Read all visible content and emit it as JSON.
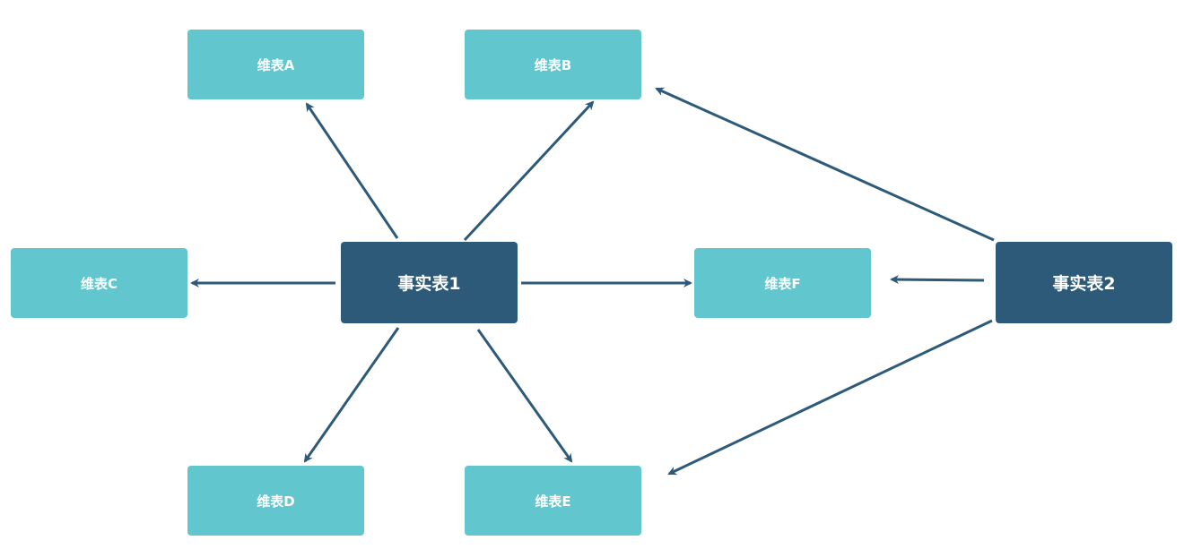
{
  "colors": {
    "dimension_fill": "#62c6cf",
    "fact_fill": "#2e5a7a",
    "arrow": "#2e5a7a",
    "text": "#ffffff"
  },
  "facts": {
    "fact1": "事实表1",
    "fact2": "事实表2"
  },
  "dimensions": {
    "a": "维表A",
    "b": "维表B",
    "c": "维表C",
    "d": "维表D",
    "e": "维表E",
    "f": "维表F"
  },
  "edges": [
    {
      "from": "fact1",
      "to": "a"
    },
    {
      "from": "fact1",
      "to": "b"
    },
    {
      "from": "fact1",
      "to": "c"
    },
    {
      "from": "fact1",
      "to": "d"
    },
    {
      "from": "fact1",
      "to": "e"
    },
    {
      "from": "fact1",
      "to": "f"
    },
    {
      "from": "fact2",
      "to": "b"
    },
    {
      "from": "fact2",
      "to": "f"
    },
    {
      "from": "fact2",
      "to": "e"
    }
  ]
}
